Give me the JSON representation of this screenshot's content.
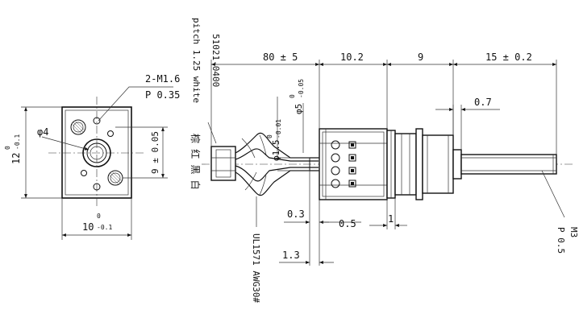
{
  "front_view": {
    "thread_callout": "2-M1.6",
    "thread_pitch": "P 0.35",
    "diameter_label": "φ4",
    "height_dim_main": "12",
    "height_dim_tol_upper": "0",
    "height_dim_tol_lower": "-0.1",
    "hole_spacing_dim": "9 ± 0.05",
    "width_dim_main": "10",
    "width_dim_tol_upper": "0",
    "width_dim_tol_lower": "-0.1"
  },
  "connector": {
    "part_number": "51021-0400",
    "pitch_note": "pitch 1.25 white",
    "wire_colors": "棕 红 黑 白"
  },
  "wire_spec": "UL1571 AWG30#",
  "side_view": {
    "length_dims": [
      "80 ± 5",
      "10.2",
      "9",
      "15 ± 0.2"
    ],
    "shaft_dia_main": "φ5",
    "shaft_dia_tol_upper": "0",
    "shaft_dia_tol_lower": "-0.05",
    "inner_dia_main": "φ1.5",
    "inner_dia_tol_upper": "0",
    "inner_dia_tol_lower": "-0.01",
    "dim_0_7": "0.7",
    "dim_0_3": "0.3",
    "dim_0_5": "0.5",
    "dim_1": "1",
    "dim_1_3": "1.3",
    "shaft_thread": "M3",
    "shaft_pitch": "P 0.5"
  }
}
